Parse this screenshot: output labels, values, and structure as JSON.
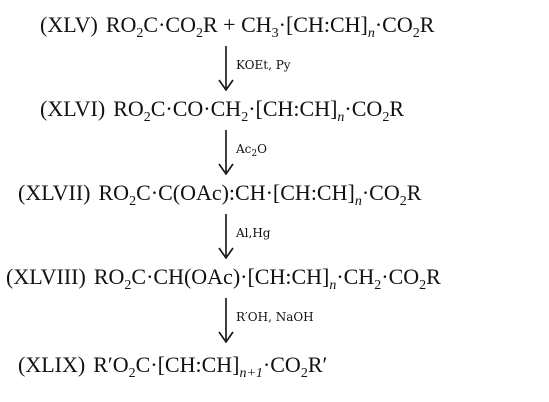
{
  "scheme": {
    "steps": [
      {
        "label": "(XLV)",
        "parts": [
          "RO",
          "2",
          "C·CO",
          "2",
          "R + CH",
          "3",
          "·[CH:CH]",
          "n",
          "·CO",
          "2",
          "R"
        ]
      },
      {
        "label": "(XLVI)",
        "parts": [
          "RO",
          "2",
          "C·CO·CH",
          "2",
          "·[CH:CH]",
          "n",
          "·CO",
          "2",
          "R"
        ]
      },
      {
        "label": "(XLVII)",
        "parts": [
          "RO",
          "2",
          "C·C(OAc):CH·[CH:CH]",
          "n",
          "·CO",
          "2",
          "R"
        ]
      },
      {
        "label": "(XLVIII)",
        "parts": [
          "RO",
          "2",
          "C·CH(OAc)·[CH:CH]",
          "n",
          "·CH",
          "2",
          "·CO",
          "2",
          "R"
        ]
      },
      {
        "label": "(XLIX)",
        "parts": [
          "R′O",
          "2",
          "C·[CH:CH]",
          "n+1",
          "·CO",
          "2",
          "R′"
        ]
      }
    ],
    "reagents": [
      {
        "parts": [
          "KOEt, Py"
        ]
      },
      {
        "parts": [
          "Ac",
          "2",
          "O"
        ]
      },
      {
        "parts": [
          "Al,Hg"
        ]
      },
      {
        "parts": [
          "R′OH, NaOH"
        ]
      }
    ]
  }
}
